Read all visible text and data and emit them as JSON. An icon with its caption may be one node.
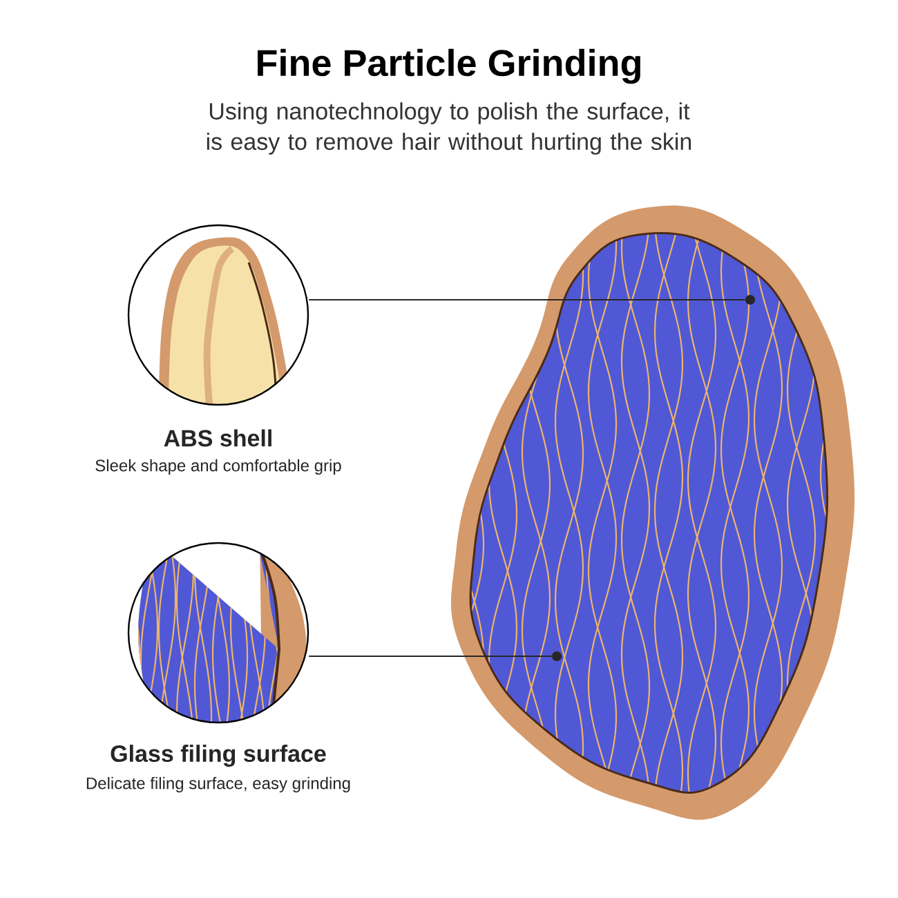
{
  "diagram": {
    "title": "Fine Particle Grinding",
    "nodes": [
      {
        "text": [
          "ABS shell",
          "Sleek shape and comfortable grip"
        ]
      },
      {
        "text": [
          "Glass filing surface",
          "Delicate filing surface, easy grinding"
        ]
      },
      {
        "text": [],
        "shape": "circle"
      },
      {
        "text": [],
        "shape": "circle"
      }
    ],
    "edges": [
      {
        "from": 0,
        "to": 2,
        "arrow": "none"
      },
      {
        "from": 1,
        "to": 3,
        "arrow": "none"
      }
    ],
    "labels": [
      "Using nanotechnology to polish the surface, it is easy to remove hair without hurting the skin"
    ]
  }
}
